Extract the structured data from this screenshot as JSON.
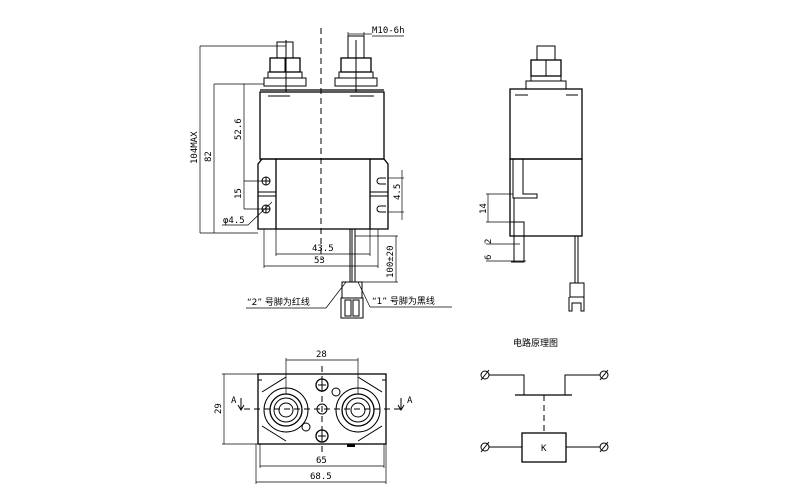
{
  "drawing": {
    "title": "Relay / contactor outline and mounting dimension drawing",
    "front_view": {
      "thread_spec": "M10-6h",
      "overall_height": "104MAX",
      "height_to_terminal_base": "82",
      "body_height": "52.6",
      "mount_hole_spacing": "15",
      "mount_hole_dia": "φ4.5",
      "slot_width": "4.5",
      "inner_width": "43.5",
      "outer_width": "53",
      "lead_length": "100±20",
      "wire_note_2": "“2” 号脚为红线",
      "wire_note_1": "“1” 号脚为黑线"
    },
    "side_view": {
      "bracket_height": "14",
      "bracket_thickness": "2",
      "bracket_offset": "6"
    },
    "top_view": {
      "terminal_spacing": "28",
      "depth": "29",
      "base_width": "65",
      "overall_width": "68.5",
      "section_left": "A",
      "section_right": "A"
    },
    "circuit": {
      "title": "电路原理图",
      "coil_label": "K"
    }
  }
}
